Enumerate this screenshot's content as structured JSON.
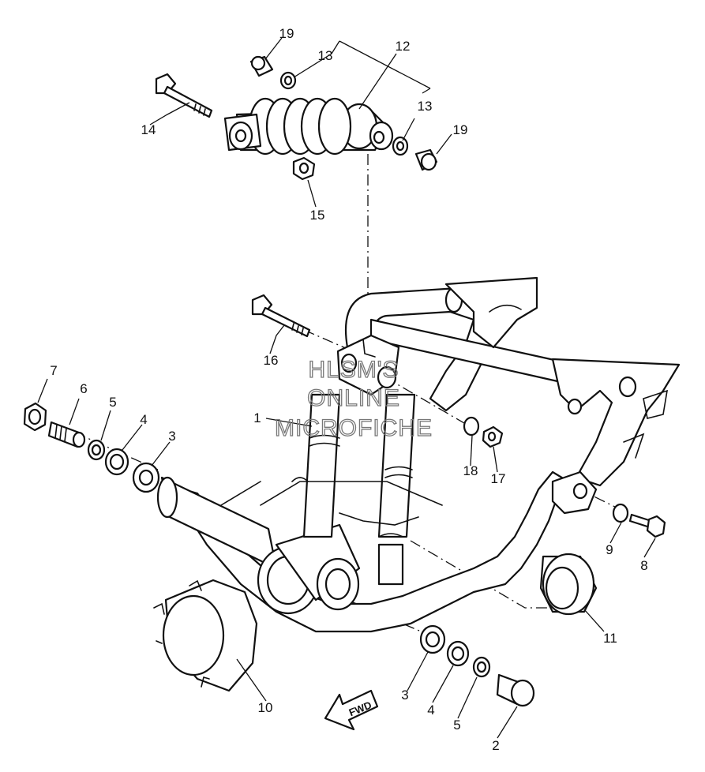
{
  "diagram": {
    "callouts": {
      "c1": "1",
      "c2": "2",
      "c3a": "3",
      "c3b": "3",
      "c4a": "4",
      "c4b": "4",
      "c5a": "5",
      "c5b": "5",
      "c6": "6",
      "c7": "7",
      "c8": "8",
      "c9": "9",
      "c10": "10",
      "c11": "11",
      "c12": "12",
      "c13a": "13",
      "c13b": "13",
      "c14": "14",
      "c15": "15",
      "c16": "16",
      "c17": "17",
      "c18": "18",
      "c19a": "19",
      "c19b": "19"
    },
    "direction_label": "FWD",
    "watermark": {
      "line1": "HLSM'S",
      "line2": "ONLINE",
      "line3": "MICROFICHE"
    }
  }
}
